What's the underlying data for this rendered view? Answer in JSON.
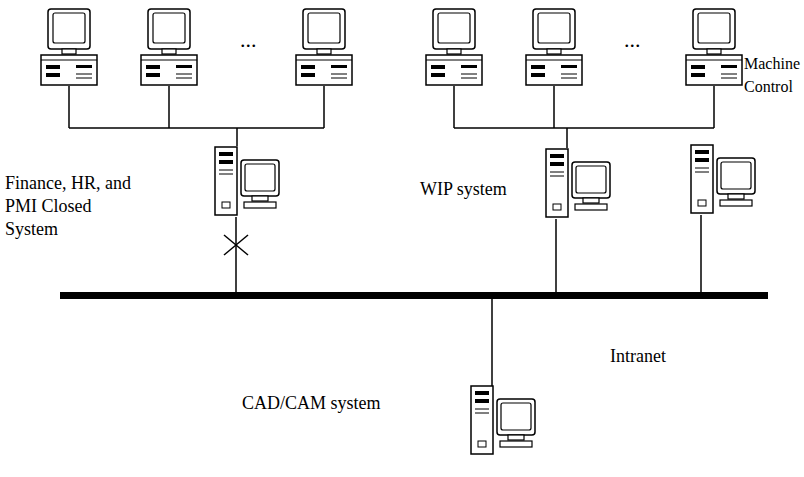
{
  "diagram": {
    "labels": [
      "...",
      "...",
      "Machine Control",
      "Finance, HR, and PMI Closed System",
      "WIP system",
      "Intranet",
      "CAD/CAM system"
    ]
  }
}
